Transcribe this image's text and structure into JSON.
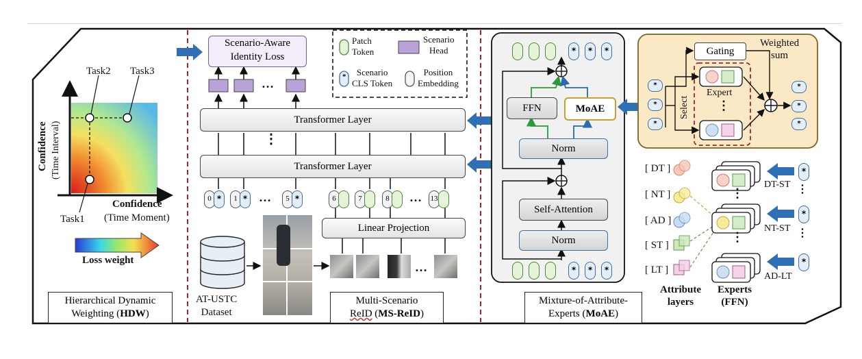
{
  "hdw": {
    "task2": "Task2",
    "task3": "Task3",
    "task1": "Task1",
    "ylabel_1": "Confidence",
    "ylabel_2": "(Time Interval)",
    "xlabel_1": "Confidence",
    "xlabel_2": "(Time Moment)",
    "loss_weight": "Loss weight",
    "section_1": "Hierarchical Dynamic",
    "section_2": "Weighting (",
    "section_bold": "HDW",
    "section_end": ")"
  },
  "msreid": {
    "loss_1": "Scenario-Aware",
    "loss_2": "Identity Loss",
    "legend_patch_1": "Patch",
    "legend_patch_2": "Token",
    "legend_head_1": "Scenario",
    "legend_head_2": "Head",
    "legend_cls_1": "Scenario",
    "legend_cls_2": "CLS Token",
    "legend_pos_1": "Position",
    "legend_pos_2": "Embedding",
    "transformer_top": "Transformer   Layer",
    "transformer_bottom": "Transformer   Layer",
    "vdots": "⋮",
    "dots": "…",
    "linear_projection": "Linear Projection",
    "tokens": [
      "0",
      "1",
      "5",
      "6",
      "7",
      "8",
      "13"
    ],
    "star": "*",
    "dataset_1": "AT-USTC",
    "dataset_2": "Dataset",
    "section_1": "Multi-Scenario",
    "section_2a": "ReID",
    "section_2b": " (",
    "section_bold": "MS-ReID",
    "section_end": ")"
  },
  "moae": {
    "ffn": "FFN",
    "moae_box": "MoAE",
    "norm_top": "Norm",
    "self_attention": "Self-Attention",
    "norm_bottom": "Norm",
    "section_1": "Mixture-of-Attribute-",
    "section_2": "Experts (",
    "section_bold": "MoAE",
    "section_end": ")"
  },
  "gating": {
    "gating": "Gating",
    "weighted_1": "Weighted",
    "weighted_2": "sum",
    "select": "Select",
    "expert": "Expert"
  },
  "experts": {
    "attributes": [
      "[ DT ]",
      "[ NT ]",
      "[ AD ]",
      "[ ST ]",
      "[ LT ]"
    ],
    "expert_labels": [
      "DT-ST",
      "NT-ST",
      "AD-LT"
    ],
    "attr_layers_1": "Attribute",
    "attr_layers_2": "layers",
    "experts_1": "Experts",
    "experts_2": "(FFN)"
  }
}
